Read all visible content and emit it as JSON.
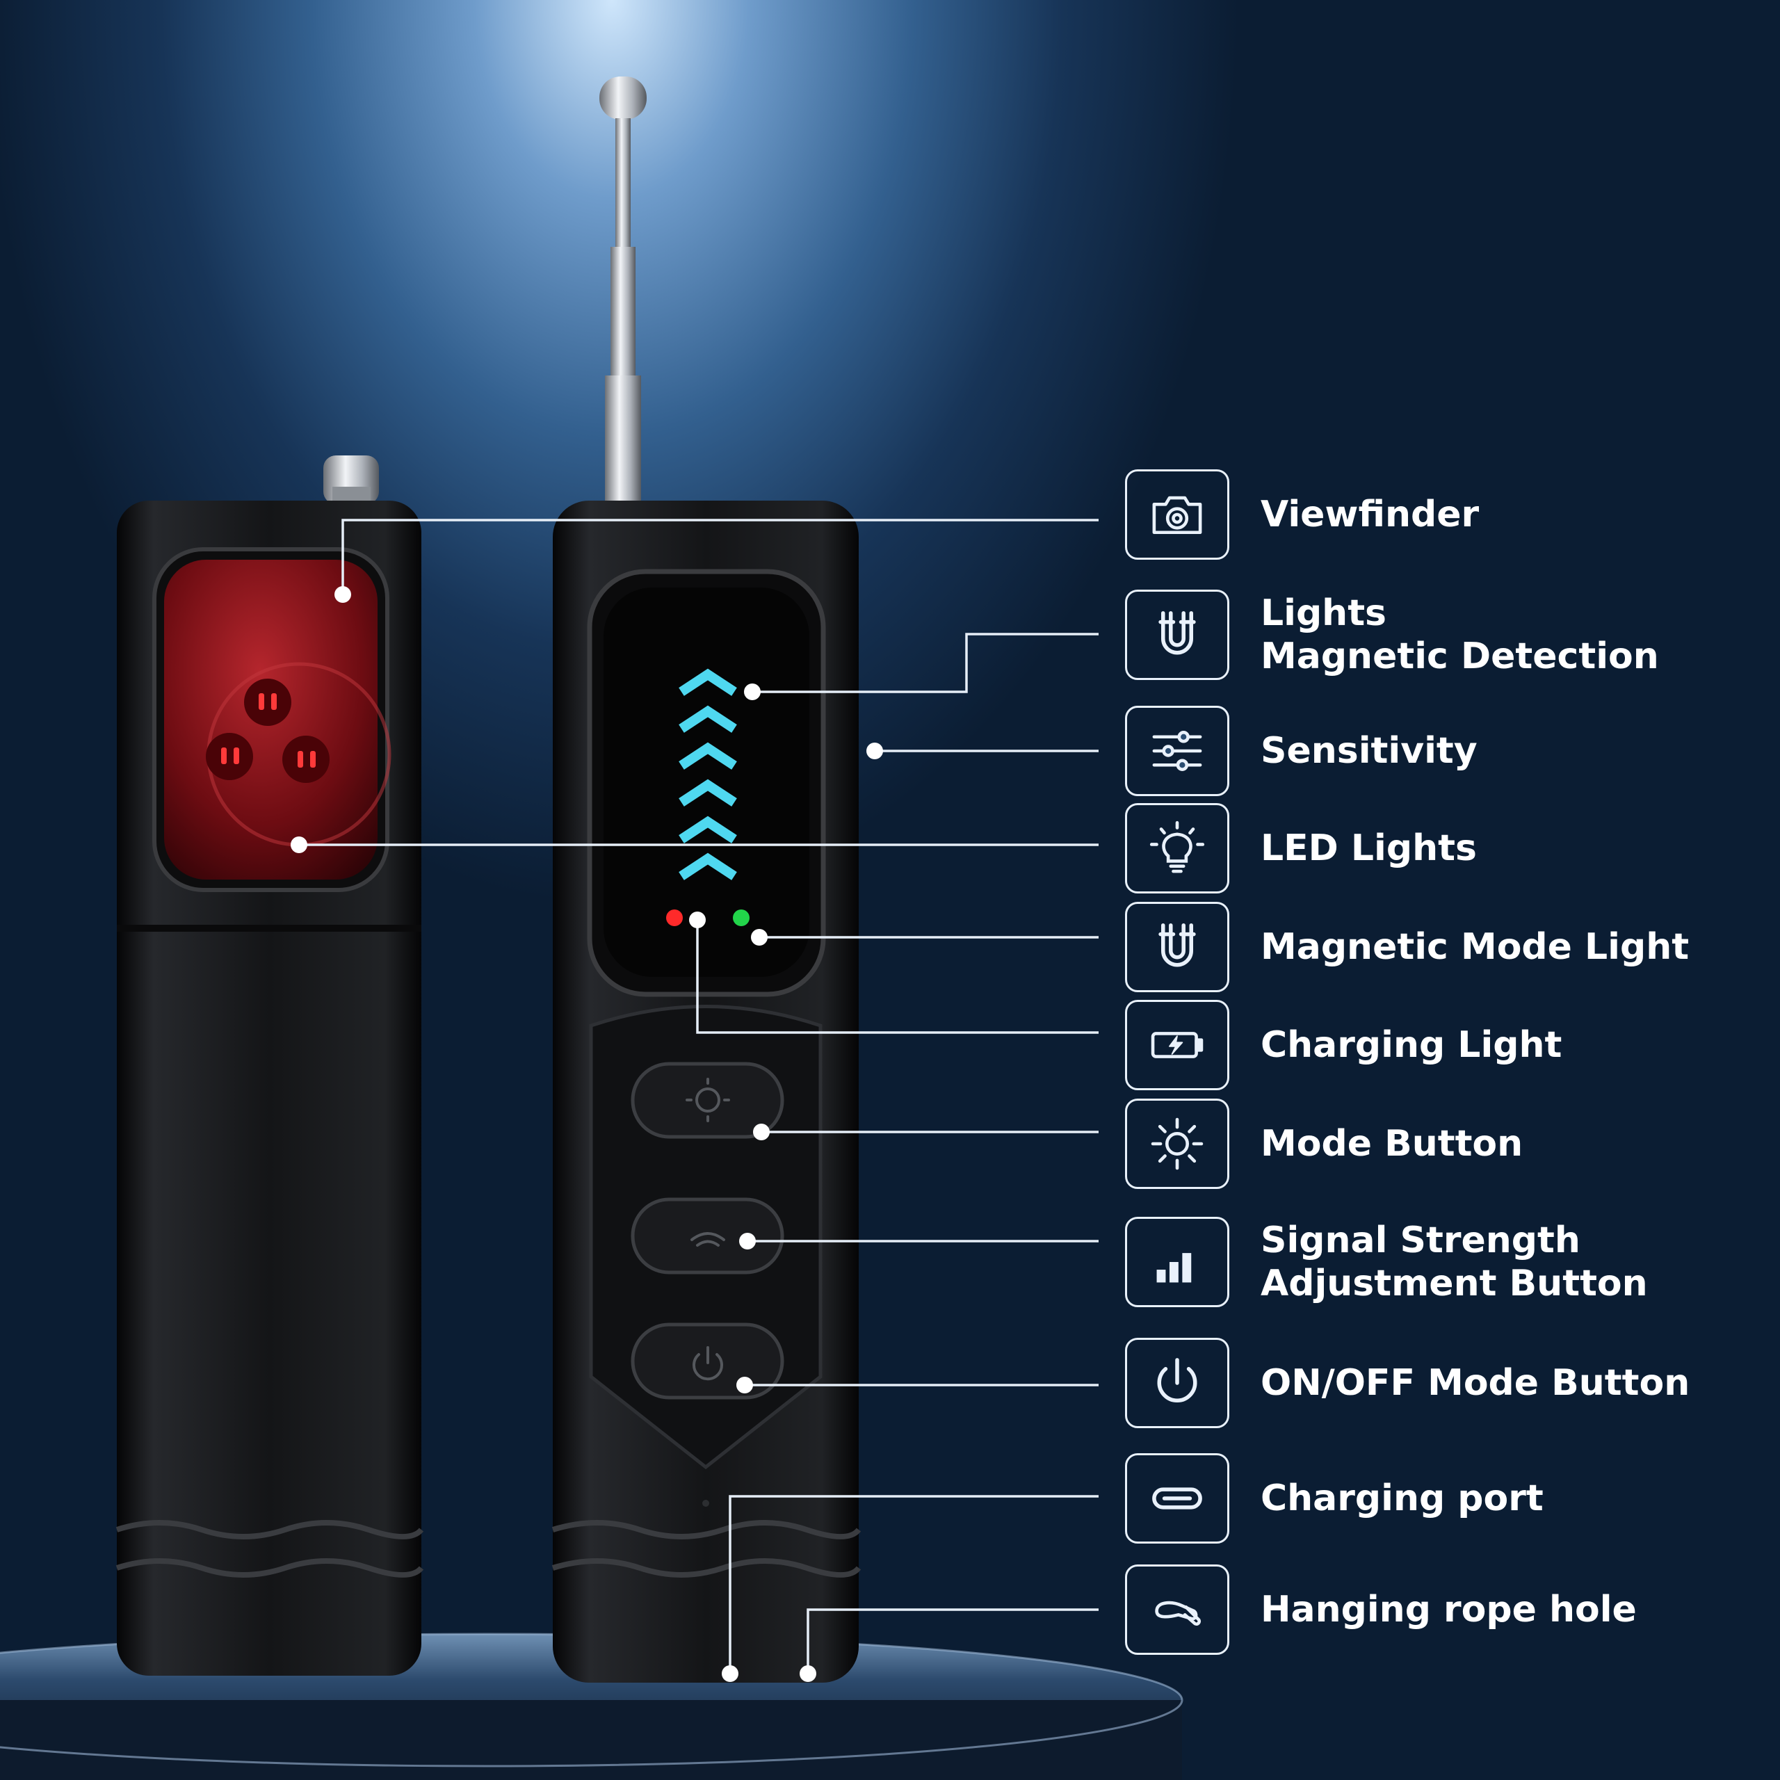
{
  "features": [
    {
      "icon": "camera-icon",
      "lines": [
        "Viewfinder"
      ]
    },
    {
      "icon": "magnet-icon",
      "lines": [
        "Lights",
        "Magnetic Detection"
      ]
    },
    {
      "icon": "sliders-icon",
      "lines": [
        "Sensitivity"
      ]
    },
    {
      "icon": "lightbulb-icon",
      "lines": [
        "LED Lights"
      ]
    },
    {
      "icon": "magnet-icon",
      "lines": [
        "Magnetic Mode Light"
      ]
    },
    {
      "icon": "battery-charging-icon",
      "lines": [
        "Charging Light"
      ]
    },
    {
      "icon": "sun-icon",
      "lines": [
        "Mode Button"
      ]
    },
    {
      "icon": "signal-bars-icon",
      "lines": [
        "Signal Strength",
        "Adjustment Button"
      ]
    },
    {
      "icon": "power-icon",
      "lines": [
        "ON/OFF Mode Button"
      ]
    },
    {
      "icon": "usb-c-port-icon",
      "lines": [
        "Charging port"
      ]
    },
    {
      "icon": "rope-hole-icon",
      "lines": [
        "Hanging rope hole"
      ]
    }
  ],
  "colors": {
    "background_top": "#cfe6fb",
    "background_bottom": "#0b1d33",
    "device_body": "#141517",
    "viewfinder_red": "#7a0e12",
    "signal_arrow_cyan": "#4fd8f0",
    "led_red": "#ff2a2a",
    "led_green": "#22d44a",
    "callout_line": "#e6eef7"
  }
}
